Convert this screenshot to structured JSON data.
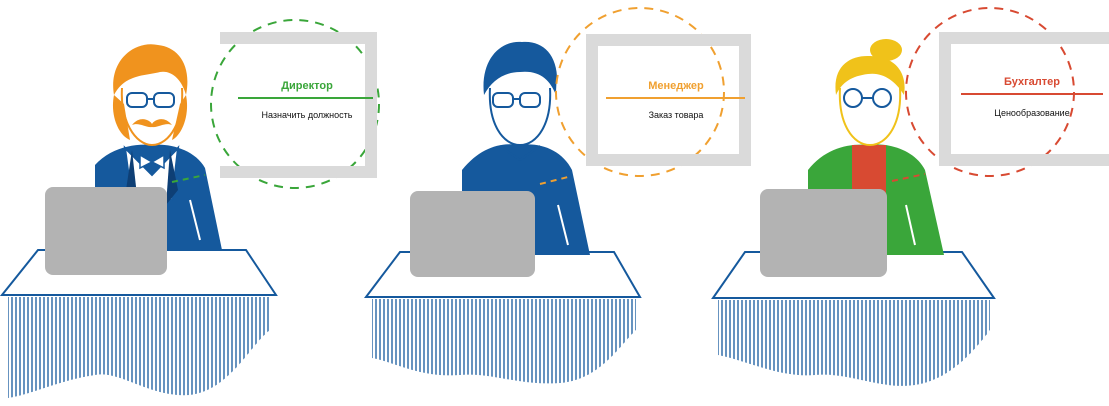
{
  "colors": {
    "director": "#3aa63a",
    "manager": "#f0a030",
    "accountant": "#d84a32",
    "navy": "#15599d",
    "laptop": "#b3b3b3",
    "screen_frame": "#dadada",
    "hair_orange": "#f0931e",
    "hair_yellow": "#f0c21a",
    "jacket_green": "#3aa63a",
    "shirt_red": "#d84a32"
  },
  "roles": [
    {
      "title": "Директор",
      "task": "Назначить должность",
      "icon": "director-icon"
    },
    {
      "title": "Менеджер",
      "task": "Заказ товара",
      "icon": "manager-icon"
    },
    {
      "title": "Бухгалтер",
      "task": "Ценообразование",
      "icon": "accountant-icon"
    }
  ]
}
